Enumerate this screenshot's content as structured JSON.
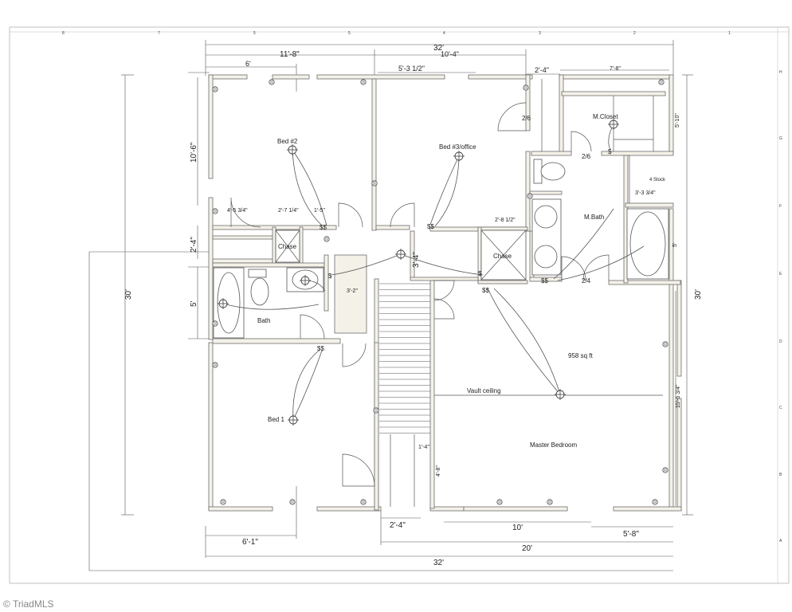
{
  "rooms": {
    "bed2": "Bed #2",
    "bed3": "Bed #3/office",
    "mcloset": "M.Closet",
    "mbath": "M.Bath",
    "chase_left": "Chase",
    "chase_right": "Chase",
    "bath": "Bath",
    "bed1": "Bed 1",
    "master": "Master Bedroom",
    "sqft": "958 sq ft",
    "vault": "Vault ceiling",
    "stock": "4 Stock"
  },
  "door_sizes": {
    "closet_door": "2/6",
    "mcloset_door": "2/6",
    "mbath_door": "2/4"
  },
  "dims": {
    "top_total": "32'",
    "top_11_8": "11'-8\"",
    "top_10_4": "10'-4\"",
    "top_5_3": "5'-3 1/2\"",
    "top_6": "6'",
    "top_2_4": "2'-4\"",
    "top_7_8": "7'-8\"",
    "left_10_6": "10'-6\"",
    "left_2_4": "2'-4\"",
    "left_5": "5'",
    "left_30": "30'",
    "right_30": "30'",
    "right_5_10": "5'-10\"",
    "right_3_3": "3'-3 3/4\"",
    "right_5": "5'",
    "right_15_5": "15'-5 3/4\"",
    "hall_4_5": "4'-5 3/4\"",
    "hall_2_7": "2'-7 1/4\"",
    "hall_1_5": "1'-5\"",
    "hall_2_8": "2'-8 1/2\"",
    "stair_3_4": "3'-4\"",
    "stair_3_2": "3'-2\"",
    "stair_1_4": "1'-4\"",
    "stair_4_8": "4'-8\"",
    "bot_6_1": "6'-1\"",
    "bot_2_4": "2'-4\"",
    "bot_10": "10'",
    "bot_5_8": "5'-8\"",
    "bot_20": "20'",
    "bot_32": "32'"
  },
  "switch_label": "$",
  "double_switch_label": "$$",
  "grid_labels_top": [
    "8",
    "7",
    "5",
    "5",
    "4",
    "3",
    "2",
    "1"
  ],
  "grid_labels_right": [
    "H",
    "G",
    "F",
    "E",
    "D",
    "C",
    "B",
    "A"
  ],
  "watermark": "© TriadMLS"
}
